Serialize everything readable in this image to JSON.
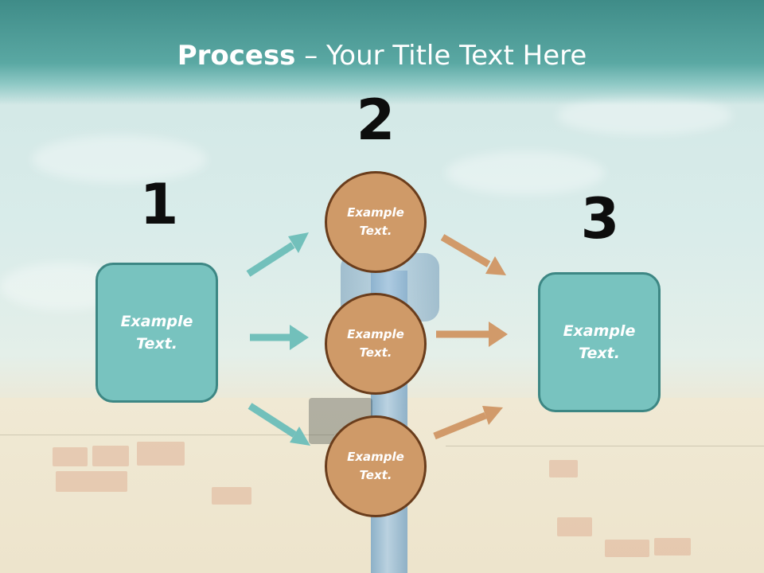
{
  "title": {
    "bold": "Process",
    "rest": " – Your Title Text Here"
  },
  "steps": [
    {
      "number": "1",
      "label_line1": "Example",
      "label_line2": "Text."
    },
    {
      "number": "2"
    },
    {
      "number": "3",
      "label_line1": "Example",
      "label_line2": "Text."
    }
  ],
  "circles": [
    {
      "label_line1": "Example",
      "label_line2": "Text."
    },
    {
      "label_line1": "Example",
      "label_line2": "Text."
    },
    {
      "label_line1": "Example",
      "label_line2": "Text."
    }
  ],
  "colors": {
    "teal_fill": "#78c3bf",
    "teal_border": "#3d8784",
    "orange_fill": "#cf9a68",
    "orange_border": "#6a3d1c",
    "teal_arrow": "#72c0bb",
    "orange_arrow": "#d19a6a"
  }
}
